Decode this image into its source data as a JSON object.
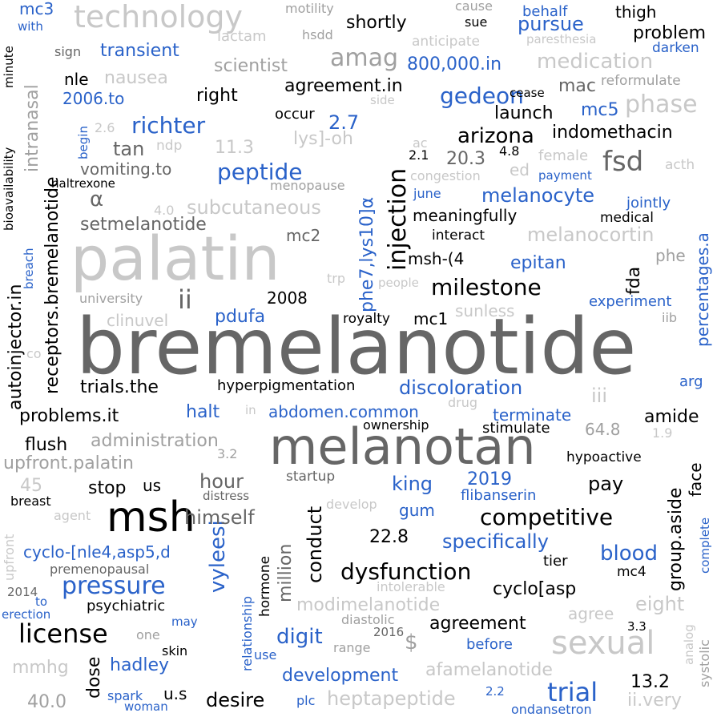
{
  "colors": {
    "black": "#000000",
    "dark_gray": "#666666",
    "gray": "#a0a0a0",
    "light_gray": "#c8c8c8",
    "blue": "#2a62c9",
    "background": "#ffffff"
  },
  "words": [
    "bremelanotide",
    "palatin",
    "melanotan",
    "msh",
    "sexual",
    "technology",
    "injection",
    "license",
    "pressure",
    "amag",
    "milestone",
    "dysfunction",
    "trial",
    "competitive",
    "phase",
    "peptide",
    "fsd",
    "gedeon",
    "richter",
    "vyleesi",
    "autoinjector.in",
    "receptors.bremelanotide",
    "phe7,lys10]α",
    "percentages.a",
    "mc3",
    "with",
    "minute",
    "bioavailability",
    "intranasal",
    "nle",
    "sign",
    "transient",
    "nausea",
    "scientist",
    "shortly",
    "pursue",
    "medication",
    "800,000.in",
    "problem",
    "darken",
    "motility",
    "lactam",
    "hsdd",
    "cause",
    "sue",
    "anticipate",
    "behalf",
    "thigh",
    "paresthesia",
    "2006.to",
    "agreement.in",
    "right",
    "occur",
    "2.7",
    "reformulate",
    "mac",
    "cease",
    "side",
    "mc5",
    "launch",
    "begin",
    "2.6",
    "tan",
    "ndp",
    "11.3",
    "lys]-oh",
    "arizona",
    "indomethacin",
    "ac",
    "2.1",
    "4.8",
    "20.3",
    "ed",
    "female",
    "acth",
    "payment",
    "congestion",
    "vomiting.to",
    "α",
    "naltrexone",
    "menopause",
    "4.0",
    "subcutaneous",
    "june",
    "melanocyte",
    "jointly",
    "meaningfully",
    "medical",
    "setmelanotide",
    "mc2",
    "melanocortin",
    "interact",
    "msh-(4",
    "phe",
    "breach",
    "epitan",
    "fda",
    "trp",
    "people",
    "ii",
    "university",
    "2008",
    "sunless",
    "experiment",
    "clinuvel",
    "pdufa",
    "royalty",
    "mc1",
    "iib",
    "co",
    "trials.the",
    "hyperpigmentation",
    "discoloration",
    "arg",
    "iii",
    "problems.it",
    "halt",
    "in",
    "abdomen.common",
    "terminate",
    "amide",
    "drug",
    "ownership",
    "stimulate",
    "64.8",
    "1.9",
    "flush",
    "administration",
    "upfront.palatin",
    "3.2",
    "hypoactive",
    "face",
    "45",
    "stop",
    "us",
    "hour",
    "startup",
    "king",
    "2019",
    "pay",
    "group.aside",
    "breast",
    "distress",
    "develop",
    "agent",
    "gum",
    "flibanserin",
    "himself",
    "relationship",
    "hormone",
    "million",
    "conduct",
    "22.8",
    "upfront",
    "cyclo-[nle4,asp5,d",
    "specifically",
    "blood",
    "complete",
    "premenopausal",
    "tier",
    "cyclo[asp",
    "mc4",
    "2014",
    "to",
    "intolerable",
    "erection",
    "psychiatric",
    "modimelanotide",
    "eight",
    "agree",
    "may",
    "diastolic",
    "systolic",
    "3.3",
    "analog",
    "one",
    "2016",
    "$",
    "before",
    "digit",
    "agreement",
    "mmhg",
    "skin",
    "range",
    "hadley",
    "use",
    "dose",
    "development",
    "afamelanotide",
    "13.2",
    "40.0",
    "spark",
    "woman",
    "u.s",
    "desire",
    "plc",
    "heptapeptide",
    "2.2",
    "ondansetron",
    "ii.very"
  ]
}
